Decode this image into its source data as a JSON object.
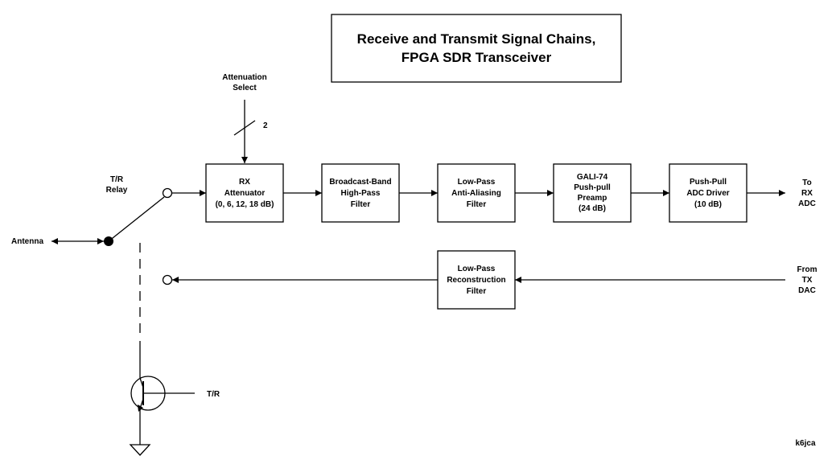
{
  "title": [
    "Receive and Transmit Signal Chains,",
    "FPGA SDR Transceiver"
  ],
  "attenuation_select": {
    "label": [
      "Attenuation",
      "Select"
    ],
    "bus_width": "2"
  },
  "rx_chain": [
    {
      "name": "rx-attenuator",
      "lines": [
        "RX",
        "Attenuator",
        "(0, 6, 12, 18 dB)"
      ]
    },
    {
      "name": "broadcast-band-hpf",
      "lines": [
        "Broadcast-Band",
        "High-Pass",
        "Filter"
      ]
    },
    {
      "name": "anti-aliasing-lpf",
      "lines": [
        "Low-Pass",
        "Anti-Aliasing",
        "Filter"
      ]
    },
    {
      "name": "gali74-preamp",
      "lines": [
        "GALI-74",
        "Push-pull",
        "Preamp",
        "(24 dB)"
      ]
    },
    {
      "name": "adc-driver",
      "lines": [
        "Push-Pull",
        "ADC Driver",
        "(10 dB)"
      ]
    }
  ],
  "tx_chain": [
    {
      "name": "reconstruction-lpf",
      "lines": [
        "Low-Pass",
        "Reconstruction",
        "Filter"
      ]
    }
  ],
  "rx_output": [
    "To",
    "RX",
    "ADC"
  ],
  "tx_input": [
    "From",
    "TX",
    "DAC"
  ],
  "tr_relay": [
    "T/R",
    "Relay"
  ],
  "antenna": "Antenna",
  "tr_control": "T/R",
  "credit": "k6jca"
}
